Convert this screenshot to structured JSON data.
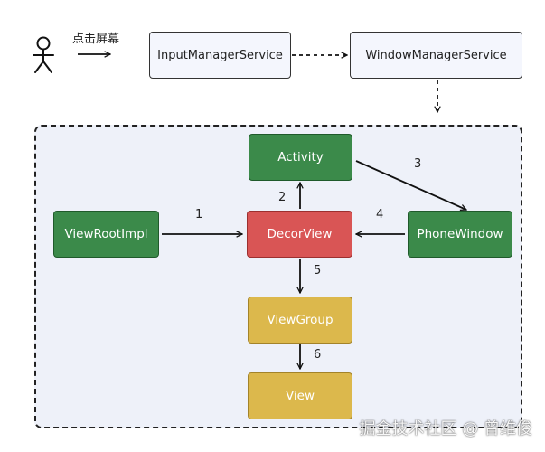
{
  "actor": {
    "action_label": "点击屏幕",
    "icon": "person-icon"
  },
  "services": {
    "input_manager": "InputManagerService",
    "window_manager": "WindowManagerService"
  },
  "nodes": {
    "activity": "Activity",
    "view_root_impl": "ViewRootImpl",
    "decor_view": "DecorView",
    "phone_window": "PhoneWindow",
    "view_group": "ViewGroup",
    "view": "View"
  },
  "edges": {
    "e1": "1",
    "e2": "2",
    "e3": "3",
    "e4": "4",
    "e5": "5",
    "e6": "6"
  },
  "colors": {
    "green": "#3b8a4a",
    "red": "#d95555",
    "yellow": "#dcb84c",
    "frame_bg": "#eef1f9"
  },
  "watermark": "掘金技术社区 @ 曾维俊"
}
